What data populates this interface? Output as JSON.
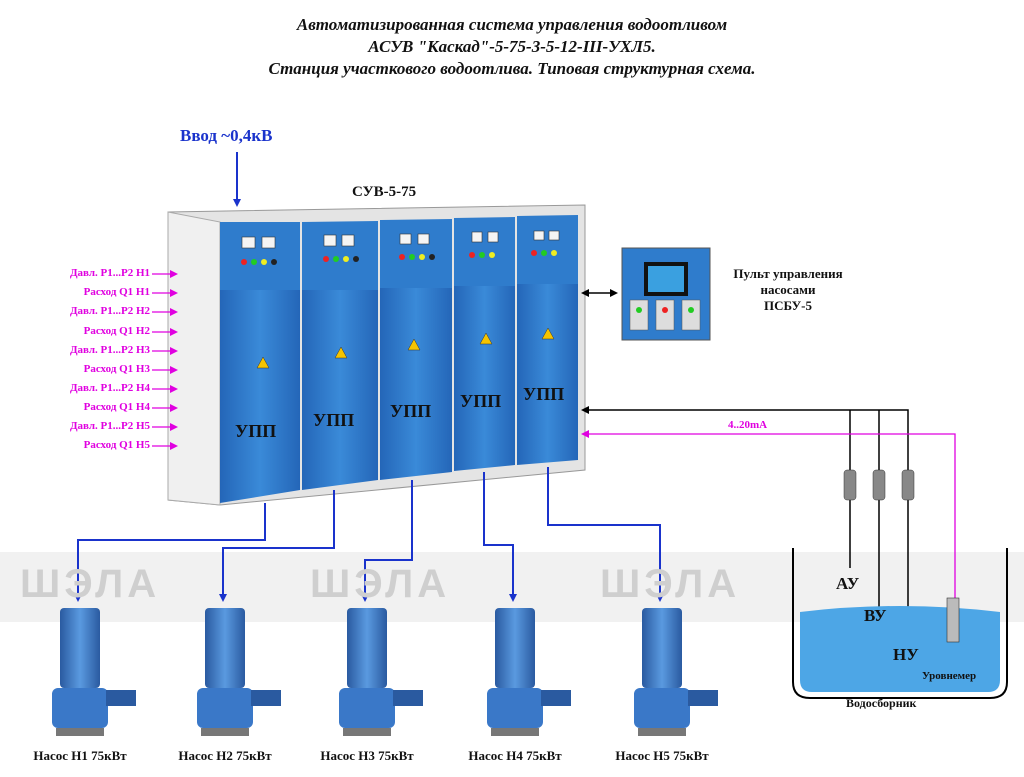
{
  "title": {
    "line1": "Автоматизированная система управления водоотливом",
    "line2": "АСУВ \"Каскад\"-5-75-3-5-12-III-УХЛ5.",
    "line3": "Станция участкового водоотлива. Типовая структурная схема."
  },
  "input_label": "Ввод ~0,4кВ",
  "cabinet_label": "СУВ-5-75",
  "panel_label": "УПП",
  "signals": [
    "Давл. P1...P2 H1",
    "Расход Q1 H1",
    "Давл. P1...P2 H2",
    "Расход Q1 H2",
    "Давл. P1...P2 H3",
    "Расход Q1 H3",
    "Давл. P1...P2 H4",
    "Расход Q1 H4",
    "Давл. P1...P2 H5",
    "Расход Q1 H5"
  ],
  "console": {
    "line1": "Пульт управления",
    "line2": "насосами",
    "line3": "ПСБУ-5"
  },
  "analog_signal": "4..20mA",
  "pumps": [
    "Насос Н1 75кВт",
    "Насос Н2 75кВт",
    "Насос Н3 75кВт",
    "Насос Н4 75кВт",
    "Насос Н5 75кВт"
  ],
  "levels": {
    "upper": "АУ",
    "high": "ВУ",
    "low": "НУ"
  },
  "level_meter": "Уровнемер",
  "sump": "Водосборник",
  "watermark": "ШЭЛА",
  "colors": {
    "blue_line": "#1a33cc",
    "magenta": "#e000e0",
    "cabinet_blue": "#2a78c8",
    "water": "#4da6e6"
  }
}
